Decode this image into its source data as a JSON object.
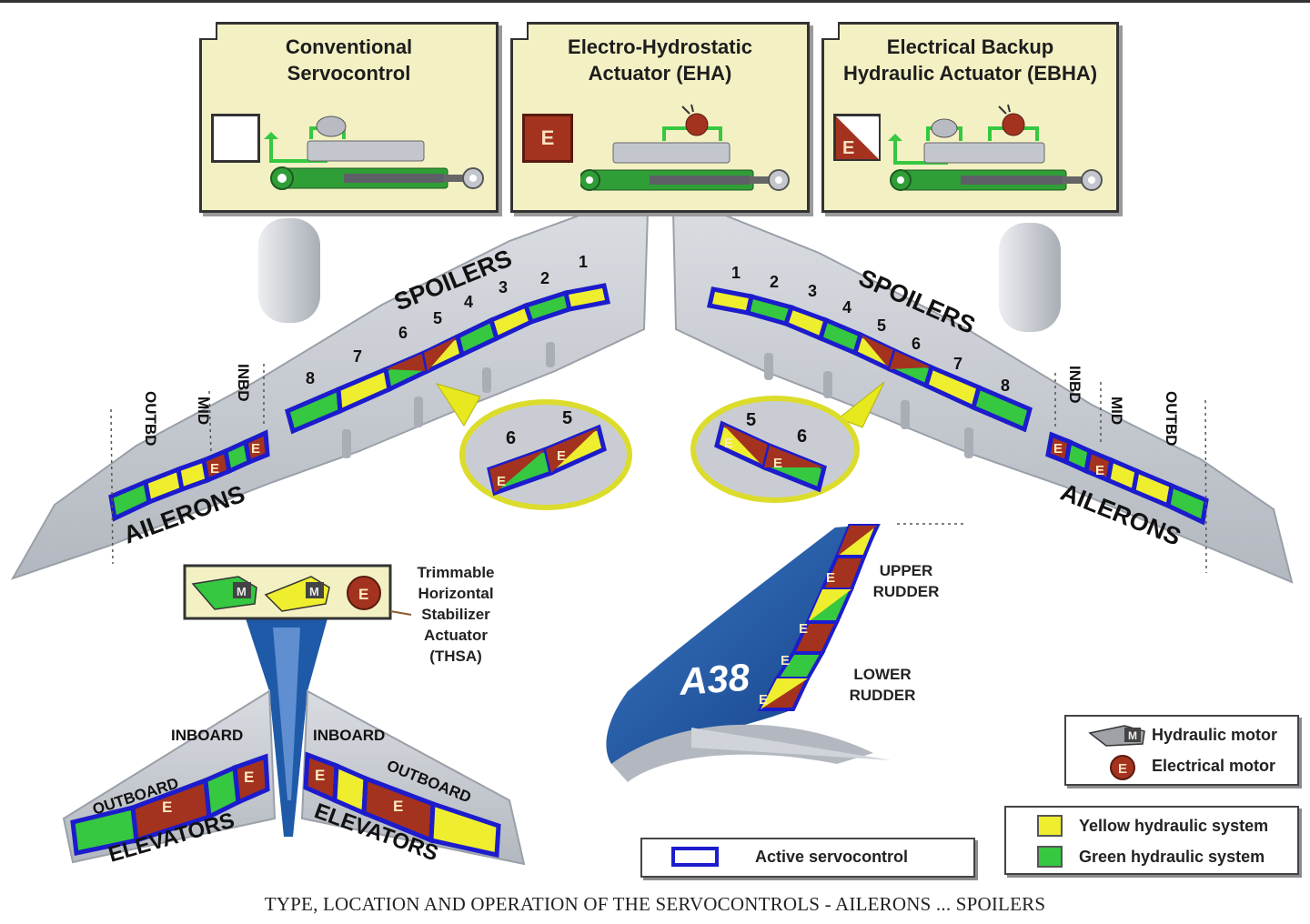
{
  "actuator_types": {
    "conventional": {
      "title": "Conventional\nServocontrol"
    },
    "eha": {
      "title": "Electro-Hydrostatic\nActuator (EHA)",
      "symbol": "E"
    },
    "ebha": {
      "title": "Electrical Backup\nHydraulic Actuator (EBHA)",
      "symbol": "E"
    }
  },
  "wings": {
    "spoilers_label": "SPOILERS",
    "ailerons_label": "AILERONS",
    "left_spoiler_numbers": [
      "1",
      "2",
      "3",
      "4",
      "5",
      "6",
      "7",
      "8"
    ],
    "right_spoiler_numbers": [
      "1",
      "2",
      "3",
      "4",
      "5",
      "6",
      "7",
      "8"
    ],
    "aileron_positions": {
      "inbd": "INBD",
      "mid": "MID",
      "outbd": "OUTBD"
    },
    "zoom_left": [
      "6",
      "5"
    ],
    "zoom_right": [
      "5",
      "6"
    ]
  },
  "thsa": {
    "label": "Trimmable\nHorizontal\nStabilizer\nActuator\n(THSA)",
    "hyd_symbol": "M",
    "elec_symbol": "E"
  },
  "elevators": {
    "label": "ELEVATORS",
    "inboard": "INBOARD",
    "outboard": "OUTBOARD",
    "symbol": "E"
  },
  "rudder": {
    "upper": "UPPER\nRUDDER",
    "lower": "LOWER\nRUDDER",
    "fin_text": "A38",
    "symbol": "E"
  },
  "legend": {
    "active": "Active servocontrol",
    "hyd_motor": "Hydraulic motor",
    "hyd_motor_symbol": "M",
    "elec_motor": "Electrical motor",
    "elec_motor_symbol": "E",
    "yellow_system": "Yellow hydraulic system",
    "green_system": "Green hydraulic system"
  },
  "colors": {
    "yellow": "#efee2e",
    "green": "#35c840",
    "red": "#a3331f",
    "blue": "#1c1ccc",
    "wing": "#c9cdd3",
    "fuselage": "#1e5aa8",
    "zoom": "#dcdc2c"
  },
  "caption": "TYPE, LOCATION AND OPERATION OF THE SERVOCONTROLS - AILERONS ... SPOILERS"
}
